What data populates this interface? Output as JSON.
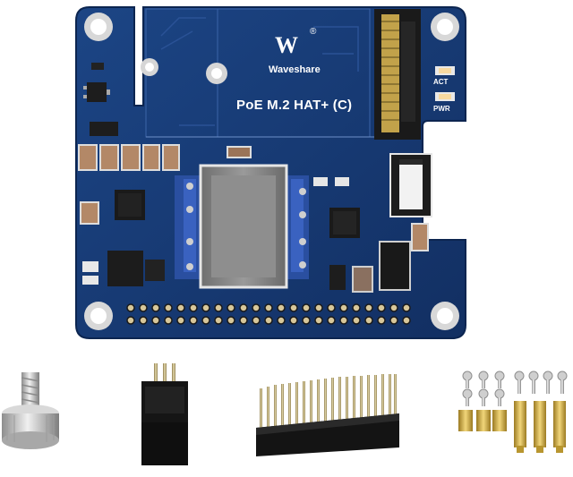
{
  "board": {
    "brand": "Waveshare",
    "product": "PoE M.2 HAT+ (C)",
    "act_label": "ACT",
    "pwr_label": "PWR",
    "logo_mark": "W",
    "reg_mark": "®",
    "colors": {
      "pcb": "#16386f",
      "pcb_edge": "#0f2a57",
      "silk": "#ffffff",
      "component_dark": "#1b1b1b",
      "transformer": "#8a8a8a",
      "brass": "#c9a23e",
      "metal": "#c8c8c8"
    }
  },
  "accessories": {
    "thumb_screw": "thumb-screw",
    "jumper_header": "jumper-header",
    "gpio_header": "stacking-header",
    "standoffs": "standoff-kit"
  }
}
